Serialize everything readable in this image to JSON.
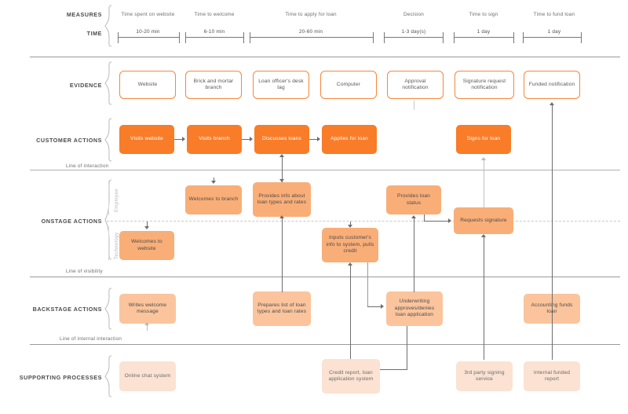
{
  "header": {
    "measures_label": "MEASURES",
    "time_label": "TIME",
    "columns": [
      {
        "measure": "Time spent on website",
        "time": "10-20 min"
      },
      {
        "measure": "Time to welcome",
        "time": "6-10 min"
      },
      {
        "measure": "Time to apply for loan",
        "time": "20-60 min"
      },
      {
        "measure": "Decision",
        "time": "1-3 day(s)"
      },
      {
        "measure": "Time to sign",
        "time": "1 day"
      },
      {
        "measure": "Time to fund loan",
        "time": "1 day"
      }
    ]
  },
  "rows": {
    "evidence_label": "EVIDENCE",
    "customer_label": "CUSTOMER ACTIONS",
    "onstage_label": "ONSTAGE ACTIONS",
    "backstage_label": "BACKSTAGE ACTIONS",
    "supporting_label": "SUPPORTING PROCESSES",
    "employee_label": "Employee",
    "technology_label": "Technology"
  },
  "lines": {
    "interaction": "Line of interaction",
    "visibility": "Line of visibility",
    "internal_interaction": "Line of internal interaction"
  },
  "evidence": [
    {
      "label": "Website"
    },
    {
      "label": "Brick and mortar branch"
    },
    {
      "label": "Loan officer's desk tag"
    },
    {
      "label": "Computer"
    },
    {
      "label": "Approval notification"
    },
    {
      "label": "Signature request notification"
    },
    {
      "label": "Funded notification"
    }
  ],
  "customer_actions": [
    {
      "label": "Visits website"
    },
    {
      "label": "Visits branch"
    },
    {
      "label": "Discusses loans"
    },
    {
      "label": "Applies for loan"
    },
    {
      "label": "Signs for loan"
    }
  ],
  "onstage_employee": [
    {
      "label": "Welcomes to branch"
    },
    {
      "label": "Provides info about loan types and rates"
    },
    {
      "label": "Provides loan status"
    }
  ],
  "onstage_boundary": [
    {
      "label": "Requests signature"
    }
  ],
  "onstage_technology": [
    {
      "label": "Welcomes to website"
    },
    {
      "label": "Inputs customer's info to system, pulls credit"
    }
  ],
  "backstage_actions": [
    {
      "label": "Writes welcome message"
    },
    {
      "label": "Prepares list of loan types and loan rates"
    },
    {
      "label": "Underwriting approves/denies loan application"
    },
    {
      "label": "Accounting funds loan"
    }
  ],
  "supporting_processes": [
    {
      "label": "Online chat system"
    },
    {
      "label": "Credit report, loan application system"
    },
    {
      "label": "3rd party signing service"
    },
    {
      "label": "Internal funded report"
    }
  ],
  "colors": {
    "customer": "#F97C28",
    "onstage": "#F9AE78",
    "backstage": "#FBC49C",
    "supporting": "#FBE2D2",
    "evidence_border": "#F6873C",
    "rule": "#9a9a9a"
  }
}
